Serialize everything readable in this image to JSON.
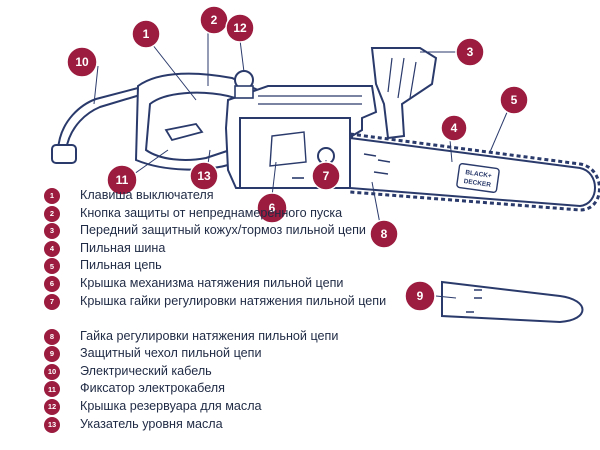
{
  "accent_color": "#9b1c3f",
  "line_color": "#2a3a6b",
  "diagram": {
    "brand_label_line1": "BLACK+",
    "brand_label_line2": "DECKER"
  },
  "callouts": [
    "1",
    "2",
    "3",
    "4",
    "5",
    "6",
    "7",
    "8",
    "9",
    "10",
    "11",
    "12",
    "13"
  ],
  "legend": [
    {
      "num": "1",
      "text": "Клавиша выключателя"
    },
    {
      "num": "2",
      "text": "Кнопка защиты от непреднамеренного пуска"
    },
    {
      "num": "3",
      "text": "Передний защитный кожух/тормоз пильной цепи"
    },
    {
      "num": "4",
      "text": "Пильная шина"
    },
    {
      "num": "5",
      "text": "Пильная цепь"
    },
    {
      "num": "6",
      "text": "Крышка механизма натяжения пильной цепи"
    },
    {
      "num": "7",
      "text": "Крышка гайки регулировки натяжения пильной цепи"
    },
    {
      "num": "8",
      "text": "Гайка регулировки натяжения пильной цепи"
    },
    {
      "num": "9",
      "text": "Защитный чехол пильной цепи"
    },
    {
      "num": "10",
      "text": "Электрический кабель"
    },
    {
      "num": "11",
      "text": "Фиксатор электрокабеля"
    },
    {
      "num": "12",
      "text": "Крышка резервуара для масла"
    },
    {
      "num": "13",
      "text": "Указатель уровня масла"
    }
  ]
}
